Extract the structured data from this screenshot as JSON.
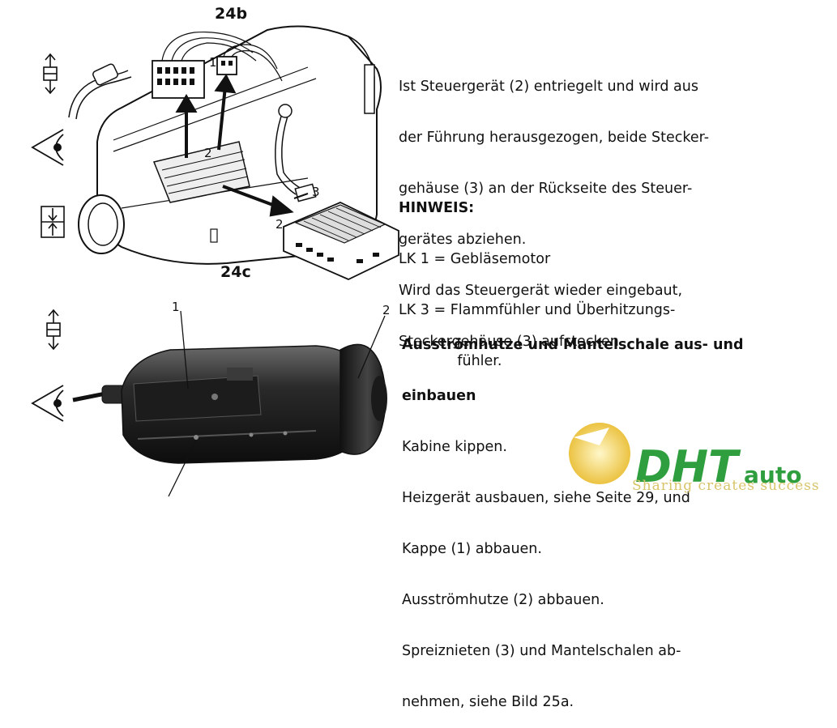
{
  "figures": {
    "top": {
      "label": "24b"
    },
    "bottom": {
      "label": "24c"
    }
  },
  "callouts": {
    "top_1": "1",
    "top_2a": "2",
    "top_2b": "2",
    "top_3": "3",
    "bottom_1": "1",
    "bottom_2": "2"
  },
  "section1": {
    "lines": [
      "Ist Steuergerät (2) entriegelt und wird aus",
      "der Führung herausgezogen, beide Stecker-",
      "gehäuse (3) an der Rückseite des Steuer-",
      "gerätes abziehen.",
      "Wird das Steuergerät wieder eingebaut,",
      "Steckergehäuse (3) aufstecken."
    ]
  },
  "note": {
    "heading": "HINWEIS:",
    "lines": [
      "LK 1 = Gebläsemotor",
      "LK 3 = Flammfühler und Überhitzungs-",
      "             fühler."
    ]
  },
  "section2": {
    "heading_lines": [
      "Ausströmhutze und Mantelschale aus- und",
      "einbauen"
    ],
    "lines": [
      "Kabine kippen.",
      "Heizgerät ausbauen, siehe Seite 29, und",
      "Kappe (1) abbauen.",
      "Ausströmhutze (2) abbauen.",
      "Spreiznieten (3) und Mantelschalen ab-",
      "nehmen, siehe Bild 25a."
    ]
  },
  "watermark": {
    "logo_left": "DHT",
    "logo_right": "auto",
    "tagline": "Sharing creates success",
    "colors": {
      "green": "#2e9e3e",
      "yellow": "#e8c21c",
      "faint": "#e6e6e6"
    }
  },
  "icons": {
    "top_column": [
      "separate-arrows-icon",
      "eye-icon",
      "join-arrows-icon"
    ],
    "bottom_column": [
      "separate-arrows-icon",
      "eye-icon"
    ]
  }
}
